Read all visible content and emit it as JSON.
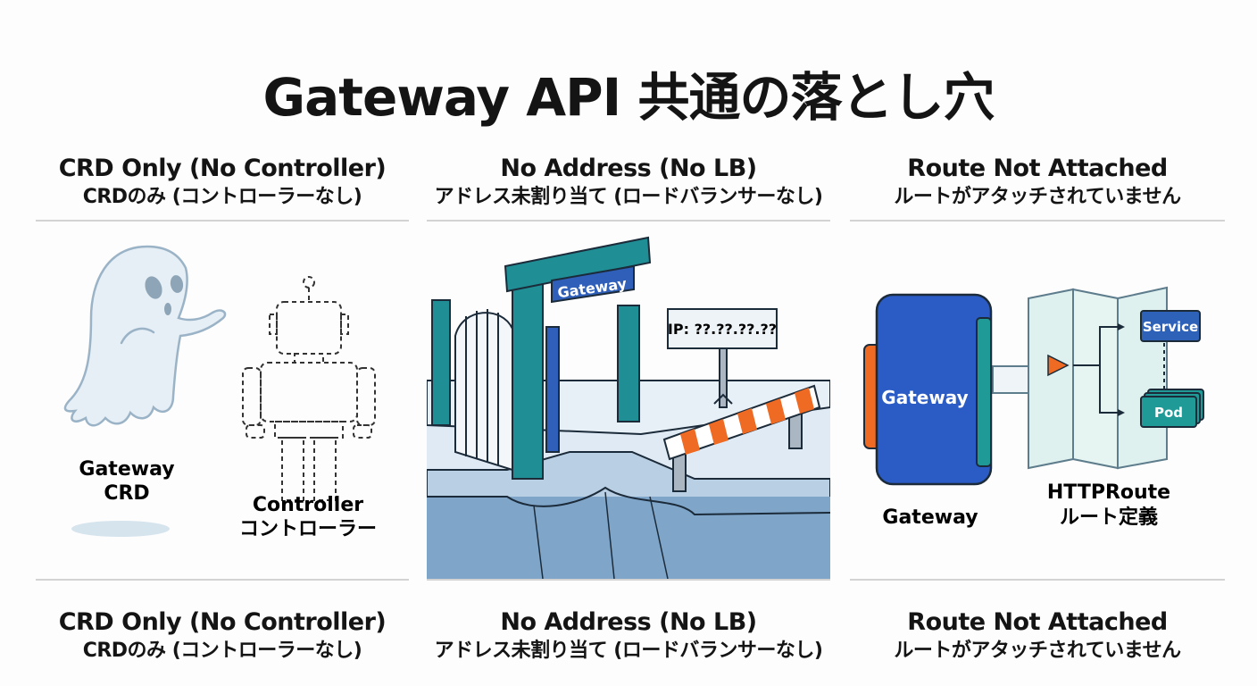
{
  "page_title": "Gateway API 共通の落とし穴",
  "columns": [
    {
      "heading_en": "CRD Only (No Controller)",
      "heading_ja": "CRDのみ (コントローラーなし)",
      "ghost_label_line1": "Gateway",
      "ghost_label_line2": "CRD",
      "robot_label_line1": "Controller",
      "robot_label_line2": "コントローラー"
    },
    {
      "heading_en": "No Address (No LB)",
      "heading_ja": "アドレス未割り当て (ロードバランサーなし)",
      "gate_sign": "Gateway",
      "ip_sign": "IP: ??.??.??.??"
    },
    {
      "heading_en": "Route Not Attached",
      "heading_ja": "ルートがアタッチされていません",
      "gateway_box_label": "Gateway",
      "gateway_caption": "Gateway",
      "route_caption_line1": "HTTPRoute",
      "route_caption_line2": "ルート定義",
      "service_label": "Service",
      "pod_label": "Pod"
    }
  ],
  "colors": {
    "gate_teal": "#1f8f95",
    "gate_blue": "#2f5fb8",
    "gateway_blue": "#2b5bc4",
    "route_panel": "#dff1ef",
    "service_blue": "#2e62b8",
    "pod_teal": "#1f9a97",
    "barrier_orange": "#ef6a22",
    "ground_blue": "#7fa6c9"
  }
}
